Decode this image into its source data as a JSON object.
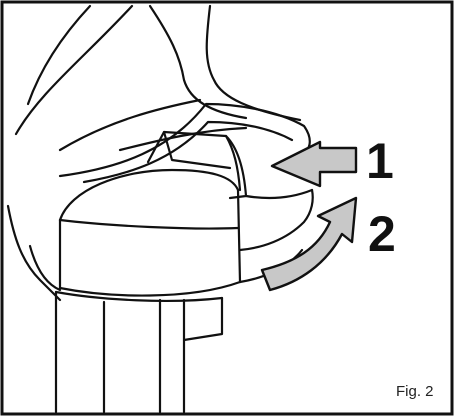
{
  "figure": {
    "caption": "Fig. 2",
    "steps": [
      {
        "label": "1",
        "action": "push"
      },
      {
        "label": "2",
        "action": "rotate"
      }
    ],
    "colors": {
      "outline": "#111111",
      "arrow_fill": "#c8c8c8",
      "background": "#ffffff"
    },
    "icons": {
      "step_1": "push-arrow-icon",
      "step_2": "curved-rotate-arrow-icon"
    }
  }
}
